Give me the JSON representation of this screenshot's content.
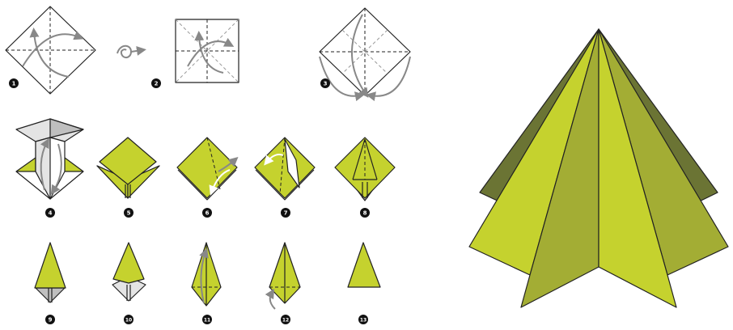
{
  "diagram": {
    "steps": [
      {
        "number": "1"
      },
      {
        "number": "2"
      },
      {
        "number": "3"
      },
      {
        "number": "4"
      },
      {
        "number": "5"
      },
      {
        "number": "6"
      },
      {
        "number": "7"
      },
      {
        "number": "8"
      },
      {
        "number": "9"
      },
      {
        "number": "10"
      },
      {
        "number": "11"
      },
      {
        "number": "12"
      },
      {
        "number": "13"
      }
    ]
  },
  "colors": {
    "paper_green": "#c5d22e",
    "paper_green_mid": "#a3ad34",
    "paper_green_dark": "#6b7434",
    "paper_grey": "#bfbfbf",
    "paper_light": "#e4e4e4",
    "arrow_grey": "#8a8a8a",
    "line": "#222222"
  }
}
